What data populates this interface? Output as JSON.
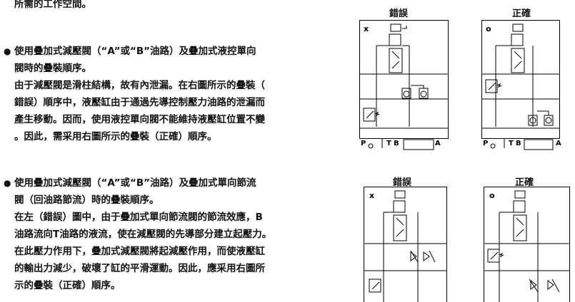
{
  "top_line": "所需的工作空間。",
  "section1": {
    "title_lines": [
      "使用疊加式減壓閥（“A”或“B”油路）及疊加式液控單向",
      "閥時的疊裝順序。"
    ],
    "body_lines": [
      "由于減壓閥是滑柱結構，故有內泄漏。在右圖所示的疊裝（",
      "錯誤）順序中，液壓缸由于通過先導控制壓力油路的泄漏而",
      "產生移動。因而，使用液控單向閥不能維持液壓缸位置不變",
      "。因此，需采用右圖所示的疊裝（正確）順序。"
    ]
  },
  "section2": {
    "title_lines": [
      "使用疊加式減壓閥（“A”或“B”油路）及疊加式單向節流",
      "閥（回油路節流）時的疊裝順序。"
    ],
    "body_lines": [
      "在左（錯誤）圖中，由于疊加式單向節流閥的節流效應，B",
      "油路流向T油路的液流，使在減壓閥的先導部分建立起壓力。",
      "在此壓力作用下，疊加式減壓閥將起減壓作用，而使液壓缸",
      "的輸出力減少，破壞了缸的平滑運動。因此，應采用右圖所",
      "示的疊裝（正確）順序。"
    ]
  },
  "diagrams": {
    "top_wrong": {
      "title": "錯誤",
      "mark": "x",
      "port_labels": [
        "P",
        "T",
        "B",
        "A"
      ]
    },
    "top_right": {
      "title": "正確",
      "mark": "o",
      "port_labels": [
        "P",
        "T",
        "B",
        "A"
      ]
    },
    "bottom_wrong": {
      "title": "錯誤",
      "mark": "x"
    },
    "bottom_right": {
      "title": "正確",
      "mark": "o"
    }
  },
  "bullet_glyph": "●"
}
